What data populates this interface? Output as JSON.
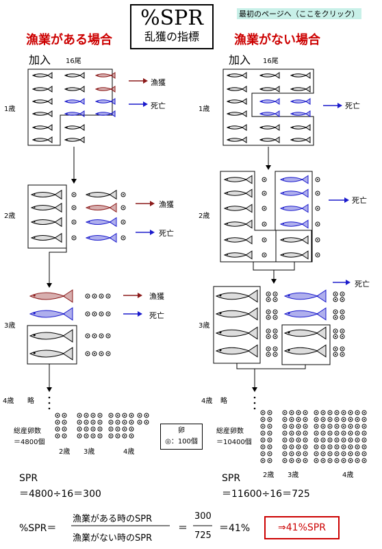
{
  "header": {
    "title": "%SPR",
    "subtitle": "乱獲の指標",
    "link_label": "最初のページへ（ここをクリック）"
  },
  "left": {
    "heading": "漁業がある場合",
    "recruit_label": "加入",
    "recruit_count": "16尾",
    "age1": "1歳",
    "age2": "2歳",
    "age3": "3歳",
    "age4": "4歳",
    "omit": "略",
    "catch_label": "漁獲",
    "death_label": "死亡",
    "total_eggs_label": "総産卵数",
    "total_eggs_value": "＝4800個",
    "egg_ages": [
      "2歳",
      "3歳",
      "4歳"
    ],
    "spr_label": "SPR",
    "spr_formula": "＝4800÷16＝300"
  },
  "right": {
    "heading": "漁業がない場合",
    "recruit_label": "加入",
    "recruit_count": "16尾",
    "age1": "1歳",
    "age2": "2歳",
    "age3": "3歳",
    "age4": "4歳",
    "omit": "略",
    "death_label": "死亡",
    "total_eggs_label": "総産卵数",
    "total_eggs_value": "＝10400個",
    "egg_ages": [
      "2歳",
      "3歳",
      "4歳"
    ],
    "spr_label": "SPR",
    "spr_formula": "＝11600÷16＝725"
  },
  "legend": {
    "title": "卵",
    "value": "◎：100個"
  },
  "formula": {
    "lhs": "%SPR＝",
    "num_text": "漁業がある時のSPR",
    "den_text": "漁業がない時のSPR",
    "eq": "＝",
    "num_val": "300",
    "den_val": "725",
    "result": "＝41%",
    "boxed": "⇒41%SPR"
  },
  "colors": {
    "catch": "#8b1a1a",
    "death": "#1a1acc",
    "heading": "#cc0000",
    "link_bg": "#c8f0e8"
  }
}
